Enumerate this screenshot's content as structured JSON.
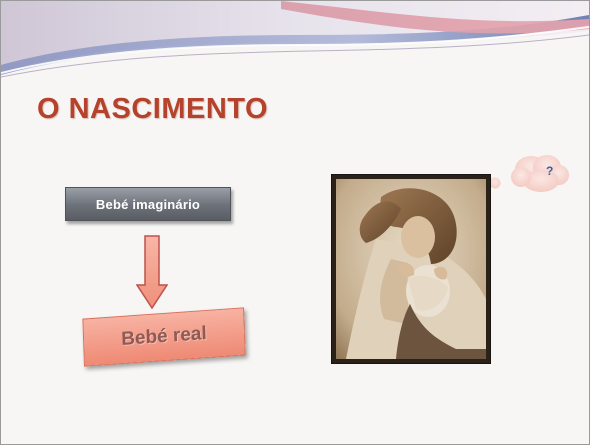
{
  "slide": {
    "title": "O NASCIMENTO",
    "imaginary_baby_label": "Bebé imaginário",
    "real_baby_label": "Bebé real",
    "thought_text": "?",
    "photo_description": "sepia-photo-girl-holding-baby-clothes"
  },
  "colors": {
    "title": "#b5422b",
    "imaginary_box": "#6c7078",
    "real_box": "#ee8a74",
    "arrow_fill": "#f4a593",
    "arrow_stroke": "#c0504d",
    "cloud_fill": "#f6d2cc",
    "question_mark": "#3c5f98",
    "banner_blue": "#5a6fa8",
    "banner_pink": "#e6a3ad"
  }
}
